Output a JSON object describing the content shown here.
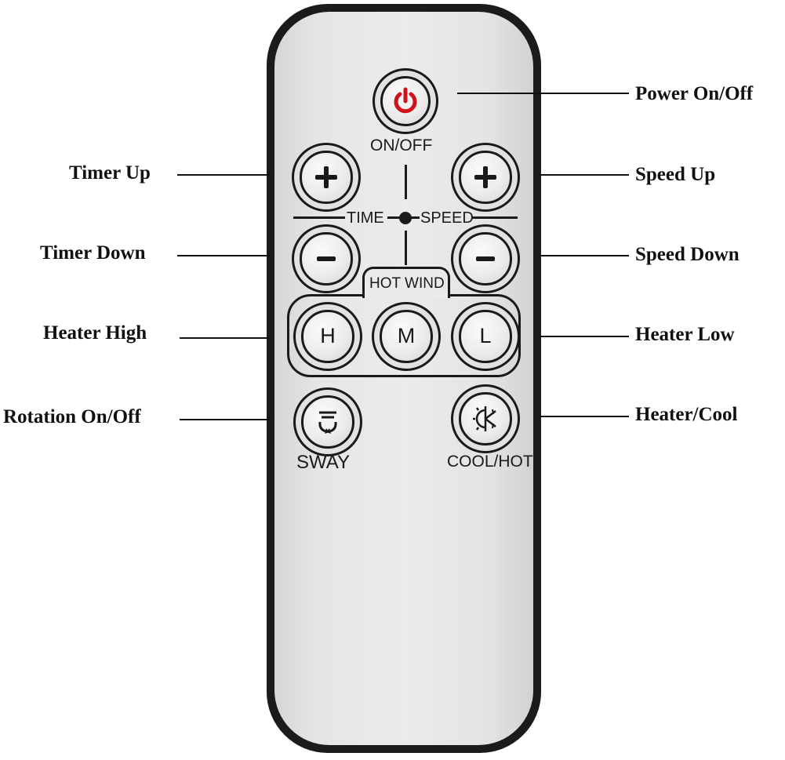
{
  "labels": {
    "power": "Power On/Off",
    "timer_up": "Timer Up",
    "speed_up": "Speed Up",
    "timer_down": "Timer Down",
    "speed_down": "Speed Down",
    "heater_high": "Heater High",
    "heater_low": "Heater Low",
    "rotation": "Rotation On/Off",
    "heater_cool": "Heater/Cool"
  },
  "remote": {
    "on_off": "ON/OFF",
    "time": "TIME",
    "speed": "SPEED",
    "hot_wind": "HOT WIND",
    "btn_h": "H",
    "btn_m": "M",
    "btn_l": "L",
    "sway": "SWAY",
    "cool_hot": "COOL/HOT"
  },
  "icons": {
    "power": "power-icon",
    "sway": "sway-icon",
    "cool_hot": "sun-snowflake-icon"
  },
  "colors": {
    "power_symbol": "#d0121b",
    "casing": "#1b1b1b",
    "face": "#e6e6e6"
  }
}
